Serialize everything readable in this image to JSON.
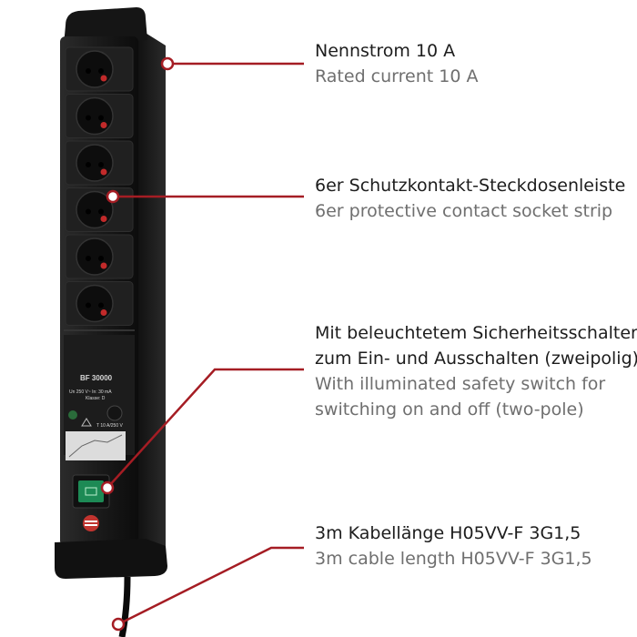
{
  "product": {
    "model": "BF 30000",
    "rating_line": "Un 250 V~   In: 30 mA",
    "class_line": "Klasse: D",
    "fuse_label": "T 10 A/250 V"
  },
  "callouts": [
    {
      "de": "Nennstrom 10 A",
      "en": "Rated current 10 A"
    },
    {
      "de": "6er Schutzkontakt-Steckdosenleiste",
      "en": "6er protective contact socket strip"
    },
    {
      "de_1": "Mit beleuchtetem Sicherheitsschalter",
      "de_2": "zum Ein- und Ausschalten (zweipolig)",
      "en_1": "With illuminated safety switch for",
      "en_2": "switching on and off (two-pole)"
    },
    {
      "de": "3m Kabellänge H05VV-F 3G1,5",
      "en": "3m cable length H05VV-F 3G1,5"
    }
  ],
  "colors": {
    "accent_red": "#a51d24",
    "strip_body": "#1b1b1b",
    "switch_green": "#1d8a55"
  },
  "socket_count": 6
}
